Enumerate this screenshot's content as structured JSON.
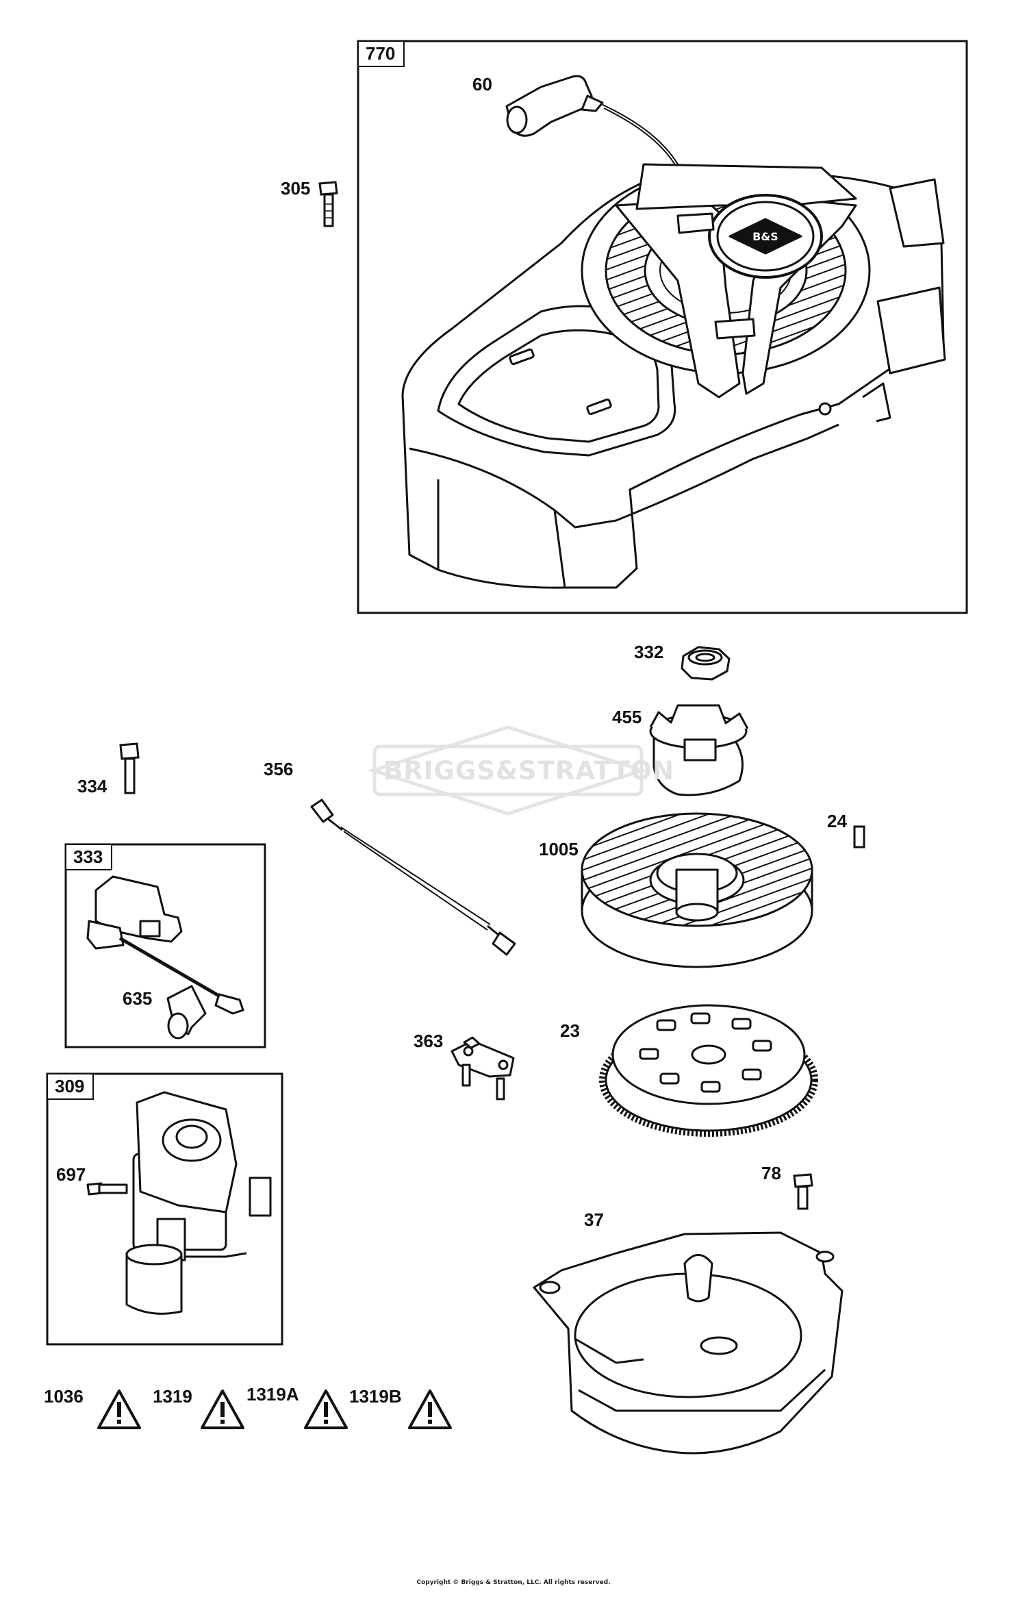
{
  "watermark": "BRIGGS&STRATTON",
  "copyright": "Copyright © Briggs & Stratton, LLC. All rights reserved.",
  "boxes": [
    {
      "id": "770",
      "label": "770"
    },
    {
      "id": "333",
      "label": "333"
    },
    {
      "id": "309",
      "label": "309"
    }
  ],
  "callouts": {
    "p60": "60",
    "p305": "305",
    "p332": "332",
    "p455": "455",
    "p334": "334",
    "p356": "356",
    "p24": "24",
    "p1005": "1005",
    "p635": "635",
    "p363": "363",
    "p23": "23",
    "p697": "697",
    "p78": "78",
    "p37": "37"
  },
  "warnings": [
    "1036",
    "1319",
    "1319A",
    "1319B"
  ]
}
